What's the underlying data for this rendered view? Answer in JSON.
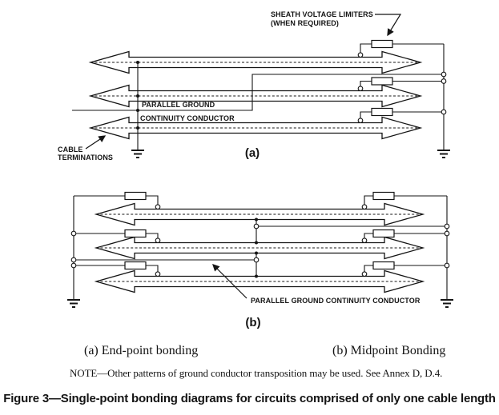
{
  "colors": {
    "ink": "#141414",
    "paper": "#ffffff"
  },
  "diagram_a": {
    "svl_label": [
      "SHEATH VOLTAGE LIMITERS",
      "(WHEN REQUIRED)"
    ],
    "pgcc_label": [
      "PARALLEL GROUND",
      "CONTINUITY CONDUCTOR"
    ],
    "terminations_label": [
      "CABLE",
      "TERMINATIONS"
    ],
    "tag": "(a)"
  },
  "diagram_b": {
    "pgcc_label": "PARALLEL GROUND CONTINUITY CONDUCTOR",
    "tag": "(b)"
  },
  "captions": {
    "a": "(a) End-point bonding",
    "b": "(b) Midpoint Bonding",
    "note": "NOTE—Other patterns of ground conductor transposition may be used. See Annex D, D.4.",
    "figure": "Figure 3—Single-point bonding diagrams for circuits comprised of only one cable length"
  }
}
